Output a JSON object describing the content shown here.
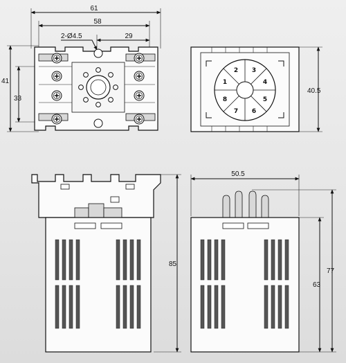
{
  "top_view": {
    "width_overall": "61",
    "width_inner": "58",
    "hole_spec": "2-Ø4.5",
    "hole_offset": "29",
    "height_overall": "41",
    "height_inner": "33"
  },
  "socket_view": {
    "height": "40.5",
    "pins": [
      "1",
      "2",
      "3",
      "4",
      "5",
      "6",
      "7",
      "8"
    ]
  },
  "front_view": {
    "height": "85"
  },
  "side_view": {
    "width": "50.5",
    "height_overall": "77",
    "height_body": "63"
  }
}
